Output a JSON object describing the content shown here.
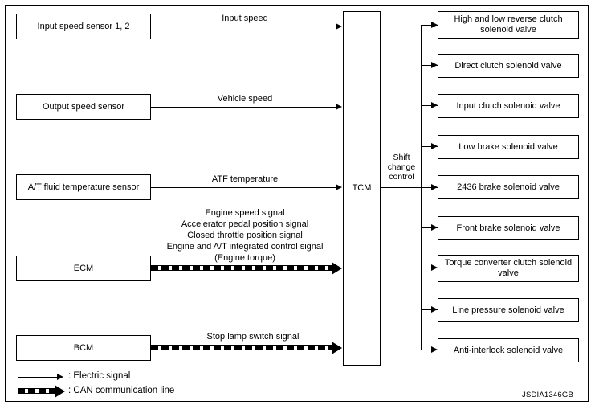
{
  "diagram": {
    "code": "JSDIA1346GB",
    "center": {
      "label": "TCM"
    },
    "shift_change_control": "Shift\nchange\ncontrol",
    "inputs": [
      {
        "label": "Input speed sensor 1, 2",
        "signal": "Input speed",
        "type": "electric"
      },
      {
        "label": "Output speed sensor",
        "signal": "Vehicle speed",
        "type": "electric"
      },
      {
        "label": "A/T fluid temperature sensor",
        "signal": "ATF temperature",
        "type": "electric"
      },
      {
        "label": "ECM",
        "signal": "Engine speed signal\nAccelerator pedal position signal\nClosed throttle position signal\nEngine and A/T integrated control signal\n(Engine torque)",
        "type": "can"
      },
      {
        "label": "BCM",
        "signal": "Stop lamp switch signal",
        "type": "can"
      }
    ],
    "outputs": [
      {
        "label": "High and low reverse clutch solenoid valve"
      },
      {
        "label": "Direct clutch solenoid valve"
      },
      {
        "label": "Input clutch solenoid valve"
      },
      {
        "label": "Low brake solenoid valve"
      },
      {
        "label": "2436 brake solenoid valve"
      },
      {
        "label": "Front brake solenoid valve"
      },
      {
        "label": "Torque converter clutch solenoid valve"
      },
      {
        "label": "Line pressure solenoid valve"
      },
      {
        "label": "Anti-interlock solenoid valve"
      }
    ],
    "legend": [
      {
        "key": "electric",
        "text": ": Electric signal"
      },
      {
        "key": "can",
        "text": ": CAN communication line"
      }
    ]
  }
}
